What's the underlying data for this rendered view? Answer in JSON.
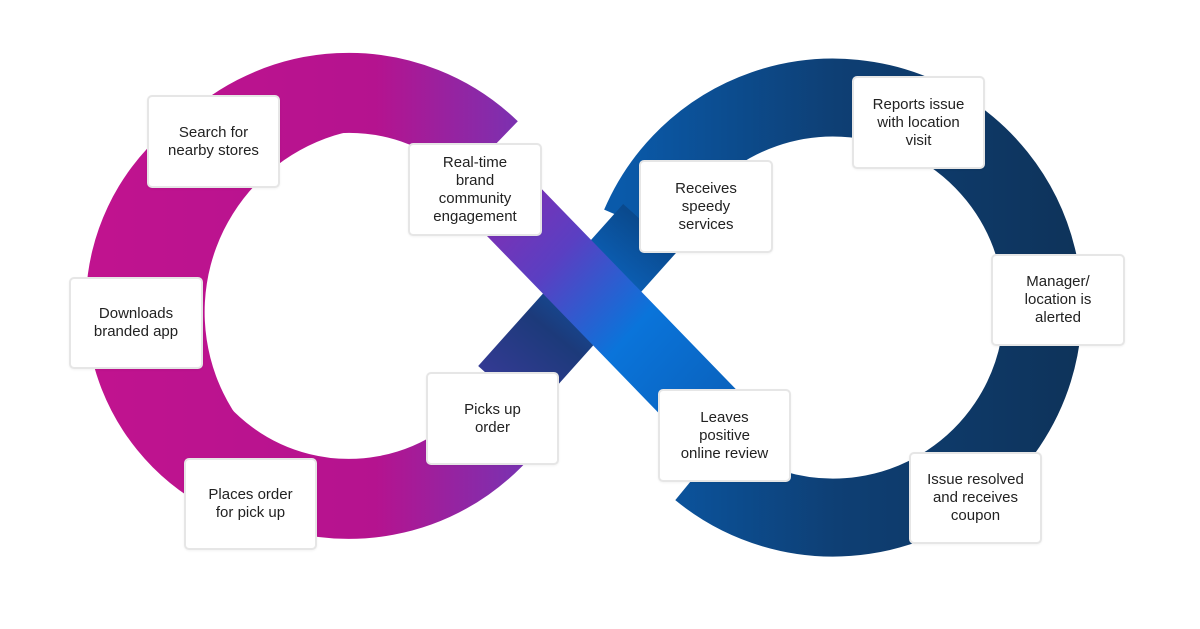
{
  "colors": {
    "magenta": "#c0138f",
    "purple": "#6a3aba",
    "blue": "#0a74da",
    "navy": "#0e3258",
    "card_border": "#e6e6e6",
    "text": "#222222"
  },
  "steps": [
    {
      "id": "search",
      "label": "Search for\nnearby stores"
    },
    {
      "id": "community",
      "label": "Real-time\nbrand\ncommunity\nengagement"
    },
    {
      "id": "speedy",
      "label": "Receives\nspeedy\nservices"
    },
    {
      "id": "report",
      "label": "Reports issue\nwith location\nvisit"
    },
    {
      "id": "download",
      "label": "Downloads\nbranded app"
    },
    {
      "id": "manager",
      "label": "Manager/\nlocation is\nalerted"
    },
    {
      "id": "pickup",
      "label": "Picks up\norder"
    },
    {
      "id": "review",
      "label": "Leaves\npositive\nonline review"
    },
    {
      "id": "order",
      "label": "Places order\nfor pick up"
    },
    {
      "id": "resolved",
      "label": "Issue resolved\nand receives\ncoupon"
    }
  ]
}
